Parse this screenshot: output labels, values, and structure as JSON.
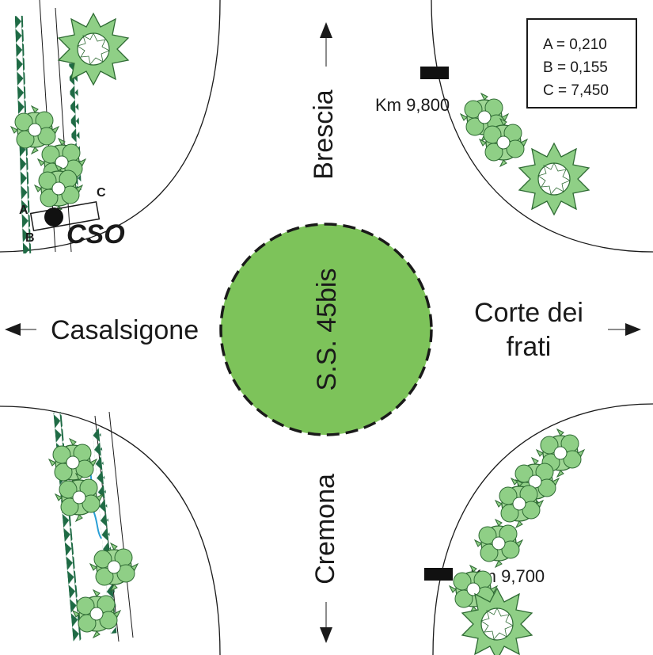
{
  "title": "S.S. 45bis",
  "directions": {
    "north": "Brescia",
    "south": "Cremona",
    "west": "Casalsigone",
    "east_line1": "Corte dei",
    "east_line2": "frati"
  },
  "markers": {
    "km_north": "Km 9,800",
    "km_south": "Km 9,700"
  },
  "legend": {
    "a": "A = 0,210",
    "b": "B = 0,155",
    "c": "C = 7,450"
  },
  "cso": {
    "label": "CSO",
    "corner_a": "A",
    "corner_b": "B",
    "corner_c": "C"
  },
  "colors": {
    "roundabout_fill": "#7dc35a",
    "vegetation": "#8fcf86",
    "vegetation_stroke": "#2f6b34",
    "hedge": "#1f6b45",
    "water": "#2a9fd6",
    "line": "#1a1a1a"
  },
  "icons": [
    "arrow-up-icon",
    "arrow-down-icon",
    "arrow-left-icon",
    "arrow-right-icon",
    "tree-icon",
    "km-marker-icon",
    "cso-point-icon"
  ]
}
